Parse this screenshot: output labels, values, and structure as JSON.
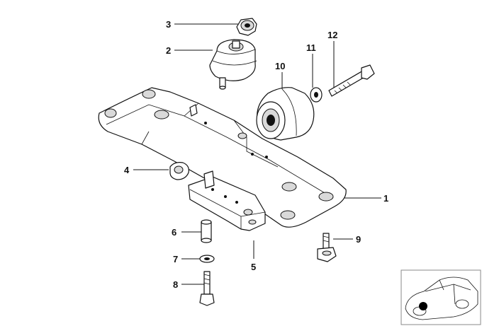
{
  "callouts": {
    "c1": "1",
    "c2": "2",
    "c3": "3",
    "c4": "4",
    "c5": "5",
    "c6": "6",
    "c7": "7",
    "c8": "8",
    "c9": "9",
    "c10": "10",
    "c11": "11",
    "c12": "12"
  },
  "icons": {
    "vehicle_thumbnail": "car-location-icon"
  },
  "colors": {
    "line": "#111111",
    "shading": "#d9d9d9",
    "location_dot": "#000000"
  }
}
